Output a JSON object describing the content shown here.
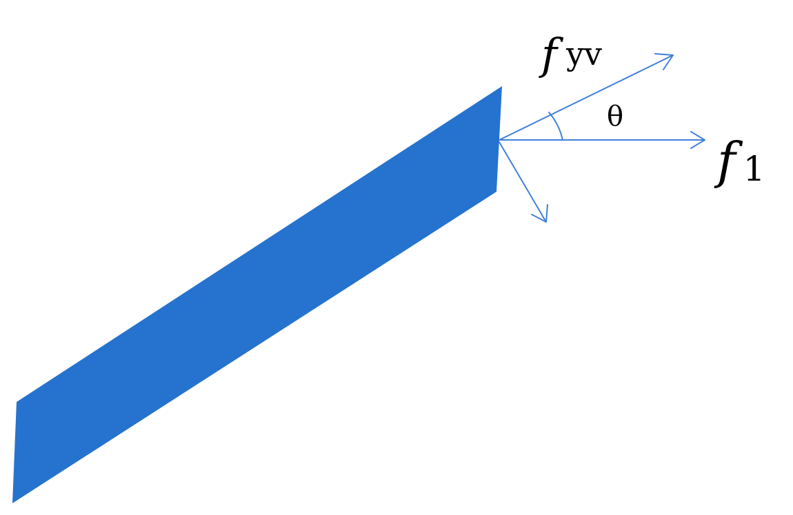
{
  "diagram": {
    "labels": {
      "f_yv_base": "f",
      "f_yv_sub": "yv",
      "theta": "θ",
      "f1_base": "f",
      "f1_sub": "1"
    },
    "colors": {
      "bar_fill": "#2573CE",
      "arrow_stroke": "#3F80D8",
      "text": "#000000",
      "background": "#ffffff"
    }
  }
}
